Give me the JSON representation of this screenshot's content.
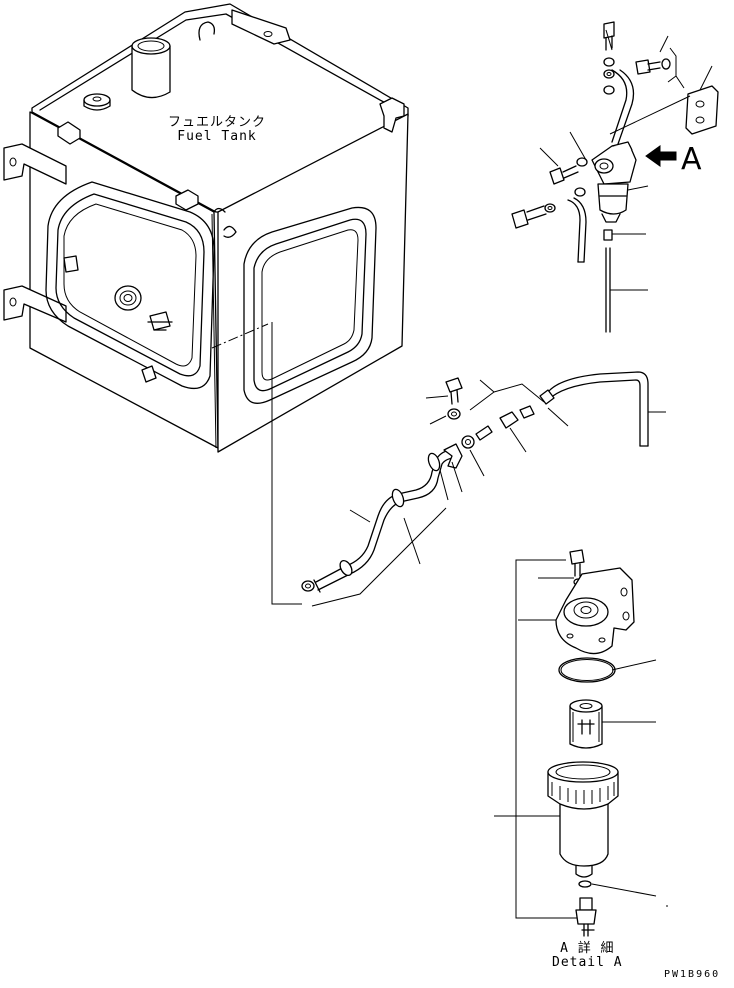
{
  "tank_label": {
    "jp": "フュエルタンク",
    "en": "Fuel Tank"
  },
  "view_letter": "A",
  "detail_label": {
    "jp": "A 詳 細",
    "en": "Detail A"
  },
  "drawing_number": "PW1B960"
}
